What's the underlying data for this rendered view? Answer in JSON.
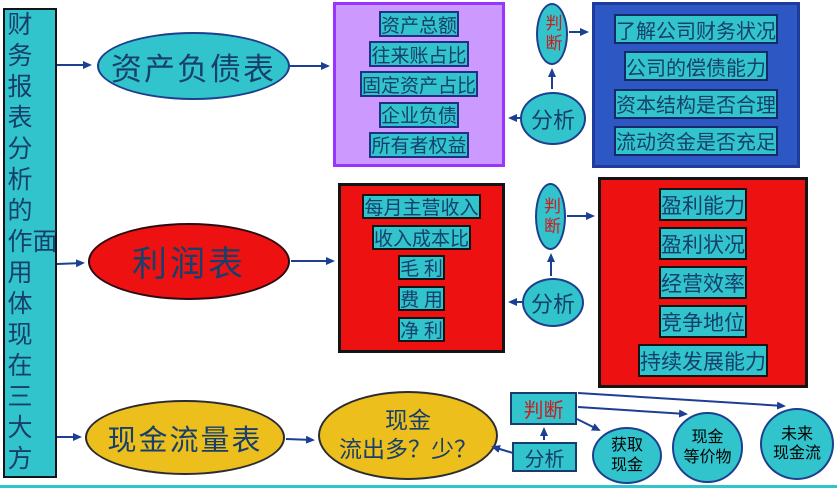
{
  "colors": {
    "teal": "#32c4cc",
    "purple_fill": "#cc99ff",
    "purple_border": "#9933ff",
    "blue_fill": "#2d57c3",
    "red_fill": "#ee1111",
    "yellow_fill": "#edbf1d",
    "navy_text": "#173f6b",
    "judge_text_red": "#cc1c1c",
    "arrow": "#1c3f94"
  },
  "root": {
    "label": "财务报表分析的作用体现在三大方面"
  },
  "rows": {
    "balance": {
      "title": "资产负债表",
      "judge": "判断",
      "analyze": "分析",
      "items": [
        "资产总额",
        "往来账占比",
        "固定资产占比",
        "企业负债",
        "所有者权益"
      ],
      "outcomes": [
        "了解公司财务状况",
        "公司的偿债能力",
        "资本结构是否合理",
        "流动资金是否充足"
      ]
    },
    "income": {
      "title": "利润表",
      "judge": "判断",
      "analyze": "分析",
      "items": [
        "每月主营收入",
        "收入成本比",
        "毛 利",
        "费 用",
        "净 利"
      ],
      "outcomes": [
        "盈利能力",
        "盈利状况",
        "经营效率",
        "竞争地位",
        "持续发展能力"
      ]
    },
    "cashflow": {
      "title": "现金流量表",
      "question_line1": "现金",
      "question_line2": "流出多？少？",
      "judge": "判断",
      "analyze": "分析",
      "outcomes": [
        {
          "line1": "获取",
          "line2": "现金"
        },
        {
          "line1": "现金",
          "line2": "等价物"
        },
        {
          "line1": "未来",
          "line2": "现金流"
        }
      ]
    }
  }
}
